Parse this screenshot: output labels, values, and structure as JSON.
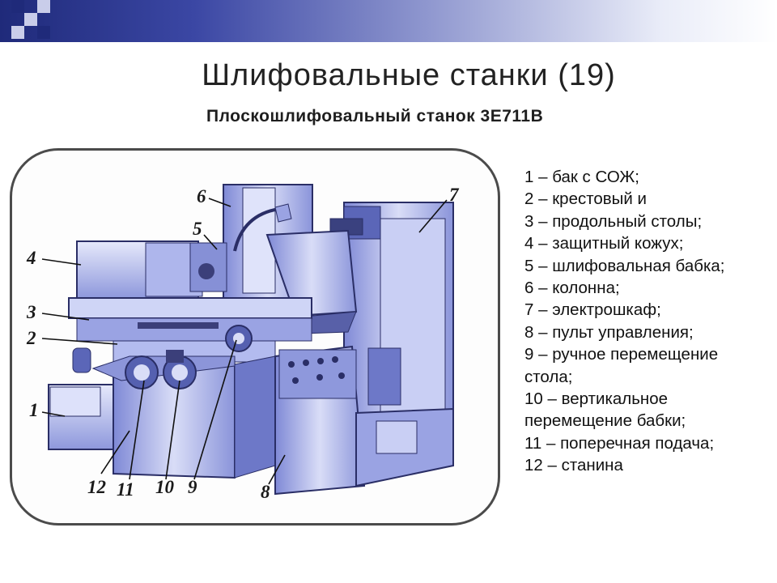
{
  "colors": {
    "header_gradient_start": "#1f2a7a",
    "header_gradient_end": "#ffffff",
    "machine_body": "#b9c1ee",
    "machine_shadow": "#6d78c8",
    "machine_dark": "#3b3f7a",
    "frame_border": "#4b4b4b"
  },
  "title": "Шлифовальные станки (19)",
  "subtitle": "Плоскошлифовальный станок 3Е711В",
  "legend": [
    "1 – бак с СОЖ;",
    "2 – крестовый и",
    "3 – продольный столы;",
    "4 – защитный кожух;",
    "5 – шлифовальная бабка;",
    "6 – колонна;",
    "7 – электрошкаф;",
    "8 – пульт управления;",
    "9 – ручное перемещение",
    "стола;",
    "10 – вертикальное",
    "перемещение бабки;",
    "11 – поперечная подача;",
    "12 – станина"
  ],
  "callouts": [
    "1",
    "2",
    "3",
    "4",
    "5",
    "6",
    "7",
    "8",
    "9",
    "10",
    "11",
    "12"
  ]
}
